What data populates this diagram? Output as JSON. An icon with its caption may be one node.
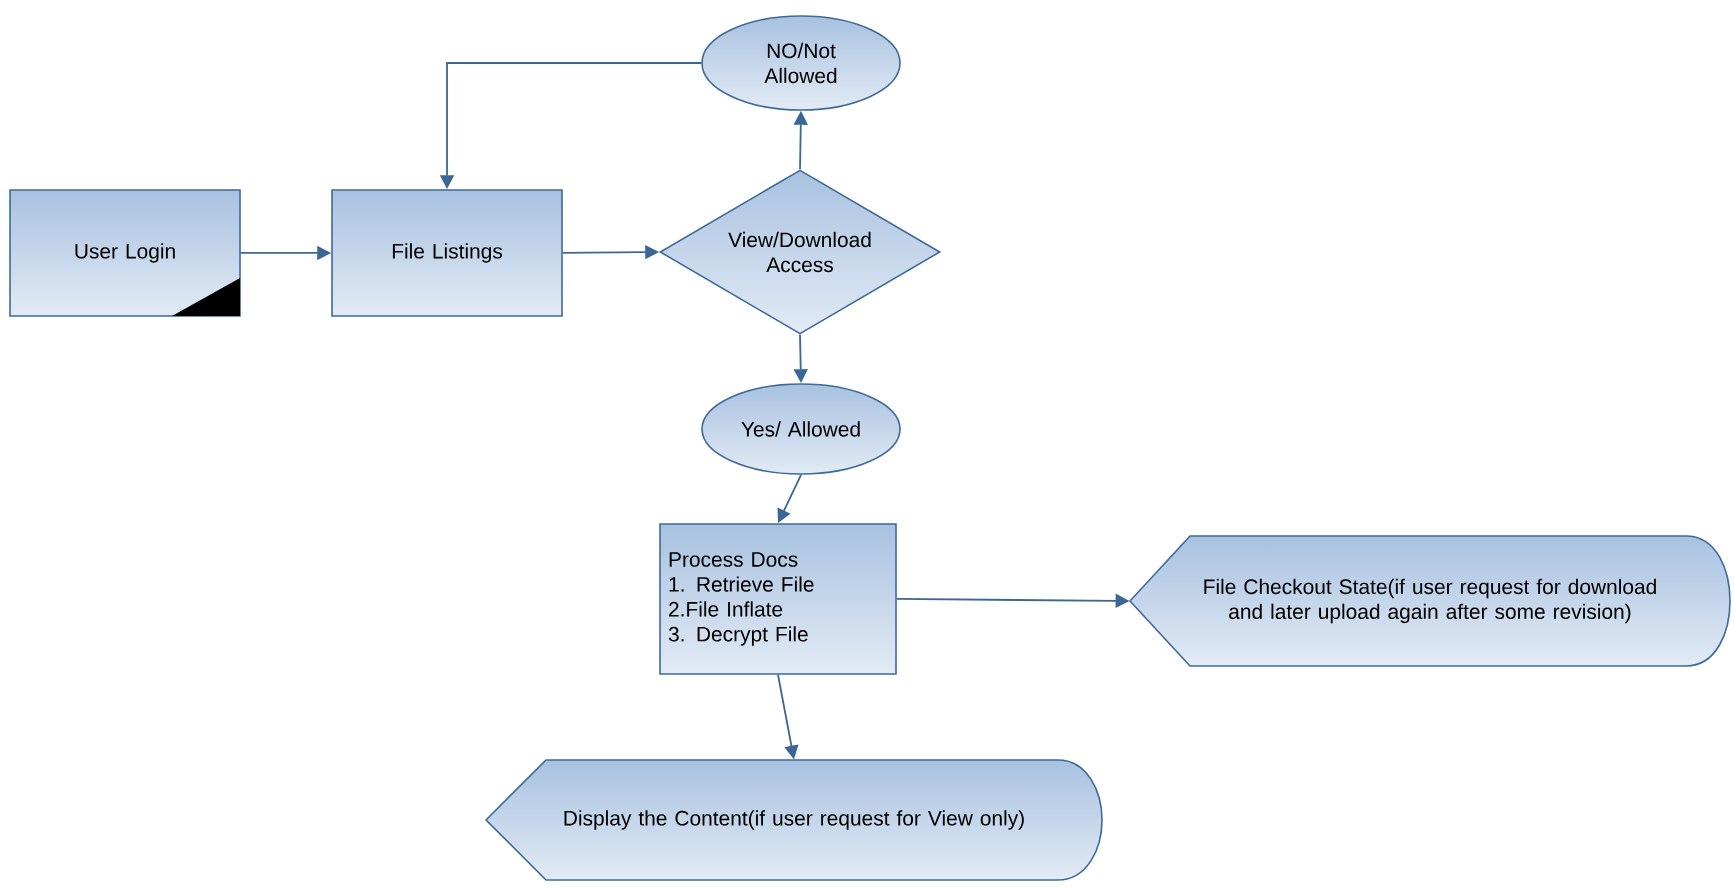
{
  "diagram": {
    "nodes": [
      {
        "text": [
          "User Login"
        ]
      },
      {
        "text": [
          "File Listings"
        ]
      },
      {
        "text": [
          "View/Download Access"
        ]
      },
      {
        "text": [
          "NO/Not Allowed"
        ]
      },
      {
        "text": [
          "Yes/ Allowed"
        ]
      },
      {
        "text": [
          "Process Docs",
          "1. Retrieve File",
          "2.File Inflate",
          "3. Decrypt File"
        ]
      },
      {
        "text": [
          "File Checkout State(if user request for download and later upload again after some revision)"
        ]
      },
      {
        "text": [
          "Display the Content(if user request for View only)"
        ]
      }
    ],
    "edges": [
      {
        "from": 0,
        "to": 1,
        "arrow": "to"
      },
      {
        "from": 1,
        "to": 2,
        "arrow": "to"
      },
      {
        "from": 2,
        "to": 3,
        "arrow": "to"
      },
      {
        "from": 3,
        "to": 1,
        "arrow": "to"
      },
      {
        "from": 2,
        "to": 4,
        "arrow": "to"
      },
      {
        "from": 4,
        "to": 5,
        "arrow": "to"
      },
      {
        "from": 5,
        "to": 6,
        "arrow": "to"
      },
      {
        "from": 5,
        "to": 7,
        "arrow": "to"
      }
    ]
  }
}
